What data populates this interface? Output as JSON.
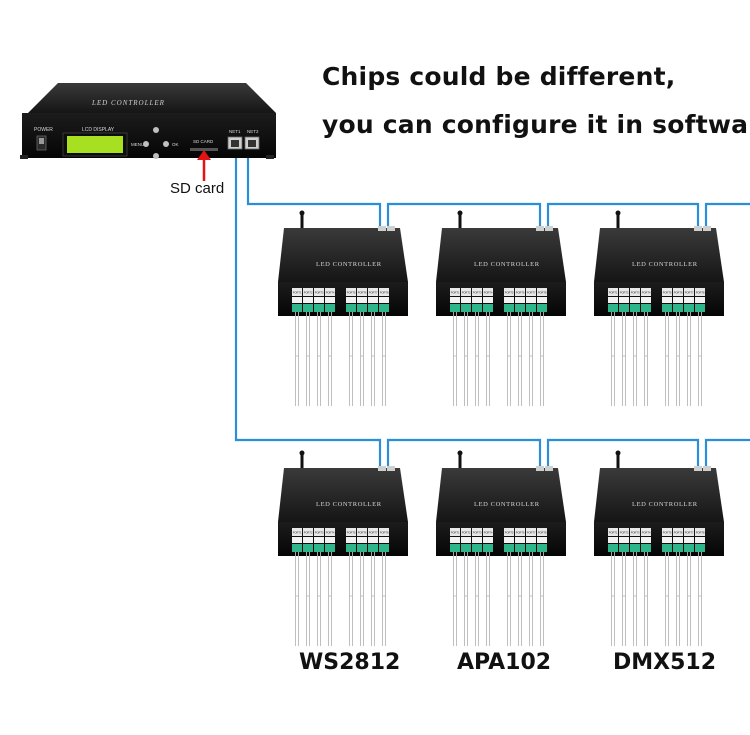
{
  "headline": {
    "line1": "Chips could be different,",
    "line2": "you can configure it in software"
  },
  "master_controller": {
    "title": "LED CONTROLLER",
    "power_label": "POWER",
    "display_label": "LCD DISPLAY",
    "menu_label": "MENU",
    "ok_label": "OK",
    "sd_slot_label": "SD CARD",
    "net1_label": "NET1",
    "net2_label": "NET2"
  },
  "sd_callout": "SD card",
  "sub_controller": {
    "title": "LED CONTROLLER",
    "port_labels": [
      "PORT1",
      "PORT2",
      "PORT3",
      "PORT4",
      "PORT5",
      "PORT6",
      "PORT7",
      "PORT8"
    ]
  },
  "chip_labels": [
    "WS2812",
    "APA102",
    "DMX512"
  ],
  "colors": {
    "network_cable": "#2a8fd6",
    "sd_arrow": "#e01414",
    "lcd_screen": "#a6e021",
    "device_body": "#111111",
    "terminal_block": "#2fb58a"
  }
}
